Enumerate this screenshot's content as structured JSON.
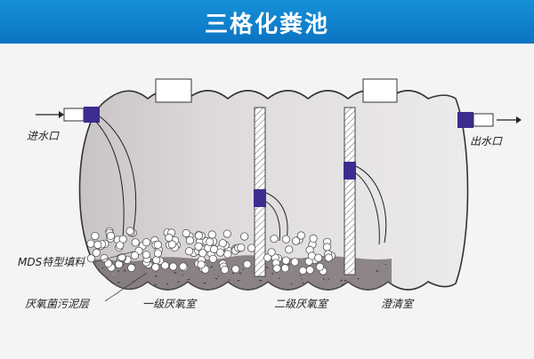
{
  "title": "三格化粪池",
  "labels": {
    "inlet": "进水口",
    "outlet": "出水口",
    "filler": "MDS特型填料",
    "sludge": "厌氧菌污泥层",
    "chamber1": "一级厌氧室",
    "chamber2": "二级厌氧室",
    "chamber3": "澄清室"
  },
  "colors": {
    "banner": "#0b7fcc",
    "pipe": "#3a2d8f",
    "tank_edge": "#333333"
  },
  "icons": [
    "inlet-arrow-icon",
    "outlet-arrow-icon",
    "filler-ball-icon"
  ]
}
